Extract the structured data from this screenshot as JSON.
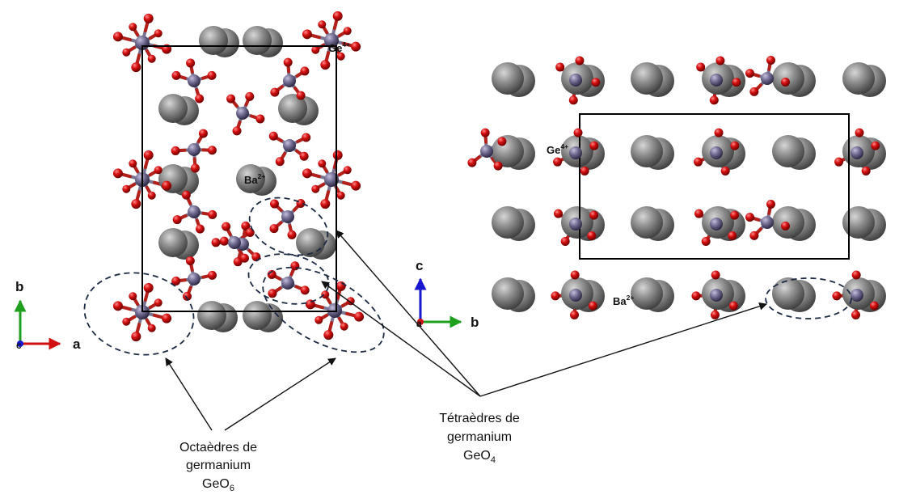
{
  "colors": {
    "oxygen": "#d60f0f",
    "germanium": "#6f6a8f",
    "barium": "#8e8e8e",
    "bond": "#7a7592",
    "cell": "#000000",
    "axis_a": "#d01010",
    "axis_b": "#1ea01e",
    "axis_c": "#1818d0",
    "highlight": "#1d2a44"
  },
  "left_view": {
    "ion_ge": {
      "base": "Ge",
      "sup": "4+"
    },
    "ion_ba": {
      "base": "Ba",
      "sup": "2+"
    },
    "axes": {
      "up": "b",
      "right": "a",
      "origin": "c"
    }
  },
  "right_view": {
    "ion_ge": {
      "base": "Ge",
      "sup": "4+"
    },
    "ion_ba": {
      "base": "Ba",
      "sup": "2+"
    },
    "axes": {
      "up": "c",
      "right": "b",
      "origin": "a"
    }
  },
  "captions": {
    "octahedra": {
      "line1": "Octaèdres de",
      "line2": "germanium",
      "formula_base": "GeO",
      "formula_sub": "6"
    },
    "tetrahedra": {
      "line1": "Tétraèdres de",
      "line2": "germanium",
      "formula_base": "GeO",
      "formula_sub": "4"
    }
  }
}
